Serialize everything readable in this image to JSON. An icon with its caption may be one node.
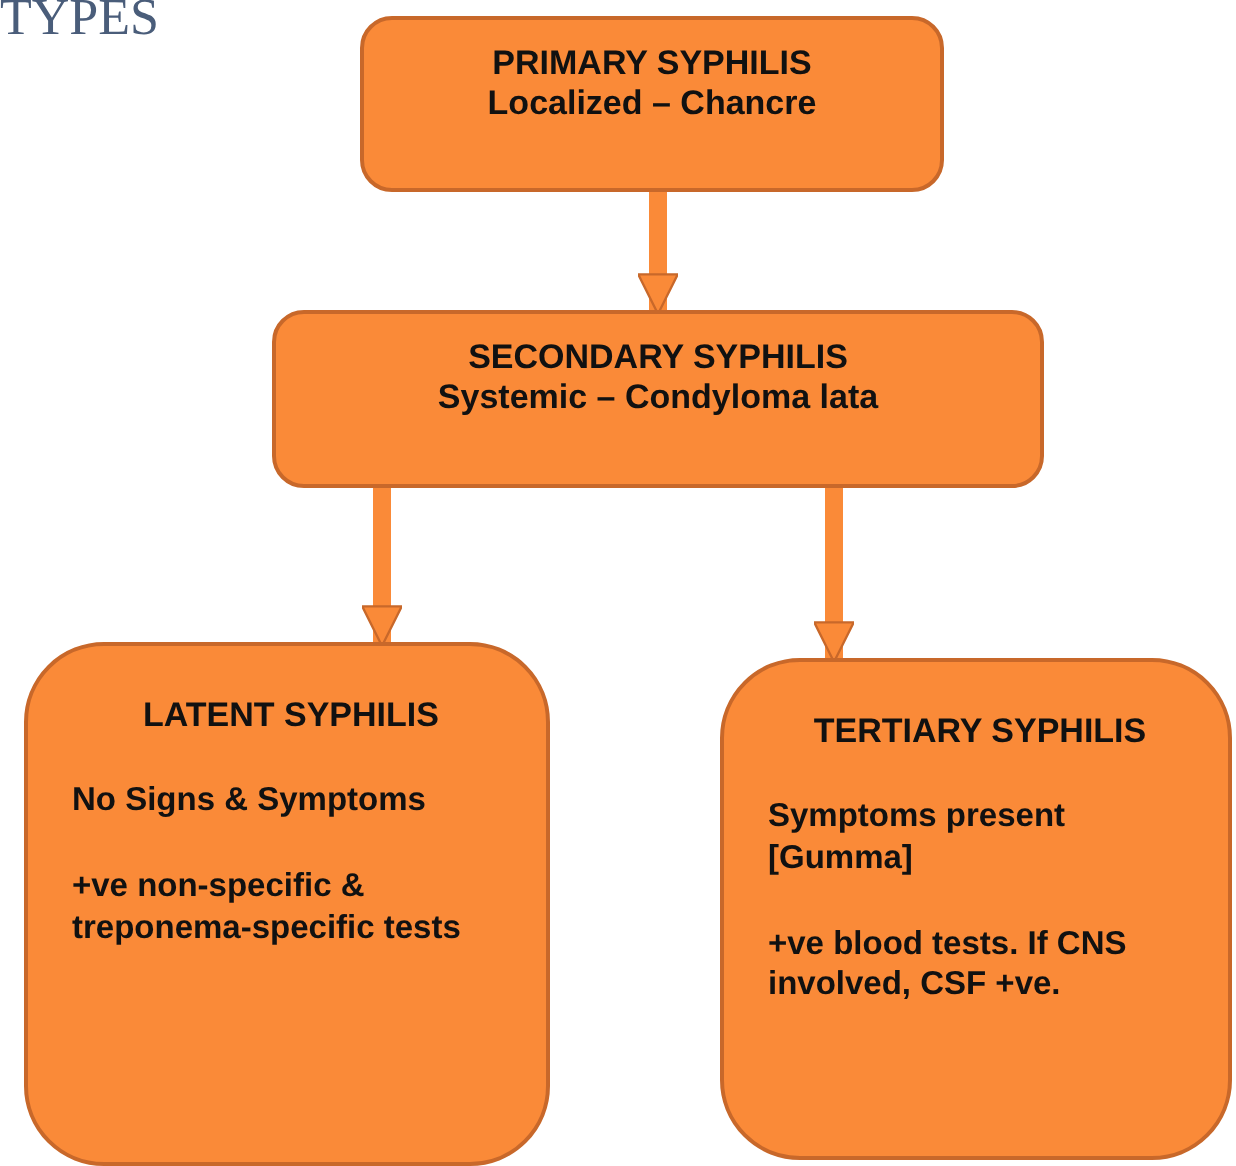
{
  "diagram": {
    "title": "TYPES",
    "nodes": [
      {
        "text": [
          "PRIMARY SYPHILIS",
          "Localized – Chancre"
        ]
      },
      {
        "text": [
          "SECONDARY SYPHILIS",
          "Systemic – Condyloma lata"
        ]
      },
      {
        "text": [
          "LATENT SYPHILIS",
          "No Signs & Symptoms",
          "+ve non-specific & treponema-specific tests"
        ]
      },
      {
        "text": [
          "TERTIARY SYPHILIS",
          "Symptoms present [Gumma]",
          "+ve blood tests. If CNS involved, CSF +ve."
        ]
      }
    ],
    "edges": [
      {
        "from": 0,
        "to": 1,
        "arrow": "to"
      },
      {
        "from": 1,
        "to": 2,
        "arrow": "to"
      },
      {
        "from": 1,
        "to": 3,
        "arrow": "to"
      }
    ]
  }
}
